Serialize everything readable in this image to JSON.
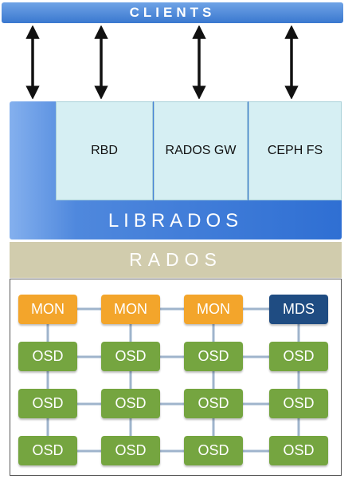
{
  "clients": {
    "label": "CLIENTS"
  },
  "services": [
    {
      "label": "RBD"
    },
    {
      "label": "RADOS GW"
    },
    {
      "label": "CEPH FS"
    }
  ],
  "librados": {
    "label": "LIBRADOS"
  },
  "rados": {
    "label": "RADOS"
  },
  "cluster": {
    "rows": [
      [
        {
          "label": "MON",
          "kind": "mon"
        },
        {
          "label": "MON",
          "kind": "mon"
        },
        {
          "label": "MON",
          "kind": "mon"
        },
        {
          "label": "MDS",
          "kind": "mds"
        }
      ],
      [
        {
          "label": "OSD",
          "kind": "osd"
        },
        {
          "label": "OSD",
          "kind": "osd"
        },
        {
          "label": "OSD",
          "kind": "osd"
        },
        {
          "label": "OSD",
          "kind": "osd"
        }
      ],
      [
        {
          "label": "OSD",
          "kind": "osd"
        },
        {
          "label": "OSD",
          "kind": "osd"
        },
        {
          "label": "OSD",
          "kind": "osd"
        },
        {
          "label": "OSD",
          "kind": "osd"
        }
      ],
      [
        {
          "label": "OSD",
          "kind": "osd"
        },
        {
          "label": "OSD",
          "kind": "osd"
        },
        {
          "label": "OSD",
          "kind": "osd"
        },
        {
          "label": "OSD",
          "kind": "osd"
        }
      ]
    ]
  },
  "colors": {
    "clients": "#3a78cf",
    "librados": "#2f6fd3",
    "service": "#d6eff3",
    "rados": "#d1ccad",
    "mon": "#f3a52b",
    "mds": "#1f4c82",
    "osd": "#75a540",
    "connector": "#9fb4cc"
  }
}
